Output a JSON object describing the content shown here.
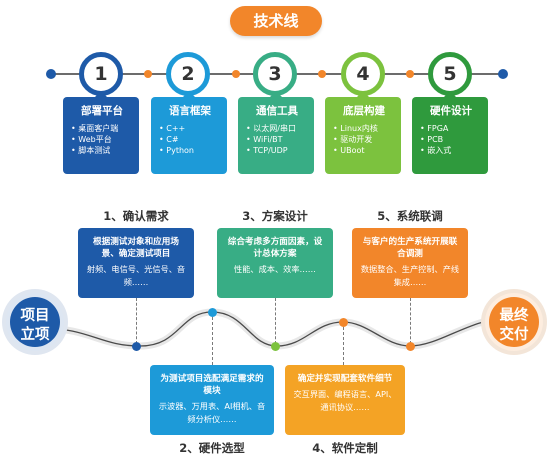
{
  "title": "技术线",
  "colors": {
    "blue": "#1e5aa8",
    "sky": "#1d9ad8",
    "teal": "#38ad85",
    "green": "#7cc23e",
    "darkgreen": "#2f9a3d",
    "orange": "#f2862a",
    "grey": "#6c6c6c"
  },
  "timeline": {
    "nodes": [
      {
        "number": "1",
        "title": "部署平台",
        "items": [
          "桌面客户端",
          "Web平台",
          "脚本测试"
        ]
      },
      {
        "number": "2",
        "title": "语言框架",
        "items": [
          "C++",
          "C#",
          "Python"
        ]
      },
      {
        "number": "3",
        "title": "通信工具",
        "items": [
          "以太网/串口",
          "WiFi/BT",
          "TCP/UDP"
        ]
      },
      {
        "number": "4",
        "title": "底层构建",
        "items": [
          "Linux内核",
          "驱动开发",
          "UBoot"
        ]
      },
      {
        "number": "5",
        "title": "硬件设计",
        "items": [
          "FPGA",
          "PCB",
          "嵌入式"
        ]
      }
    ]
  },
  "process": {
    "start": "项目\n立项",
    "end": "最终\n交付",
    "steps": [
      {
        "label": "1、确认需求",
        "bold": "根据测试对象和应用场景、确定测试项目",
        "detail": "射频、电信号、光信号、音频……"
      },
      {
        "label": "2、硬件选型",
        "bold": "为测试项目选配满足需求的模块",
        "detail": "示波器、万用表、AI相机、音频分析仪……"
      },
      {
        "label": "3、方案设计",
        "bold": "综合考虑多方面因素，设计总体方案",
        "detail": "性能、成本、效率……"
      },
      {
        "label": "4、软件定制",
        "bold": "确定并实现配套软件细节",
        "detail": "交互界面、编程语言、API、通讯协议……"
      },
      {
        "label": "5、系统联调",
        "bold": "与客户的生产系统开展联合调测",
        "detail": "数据整合、生产控制、产线集成……"
      }
    ]
  }
}
